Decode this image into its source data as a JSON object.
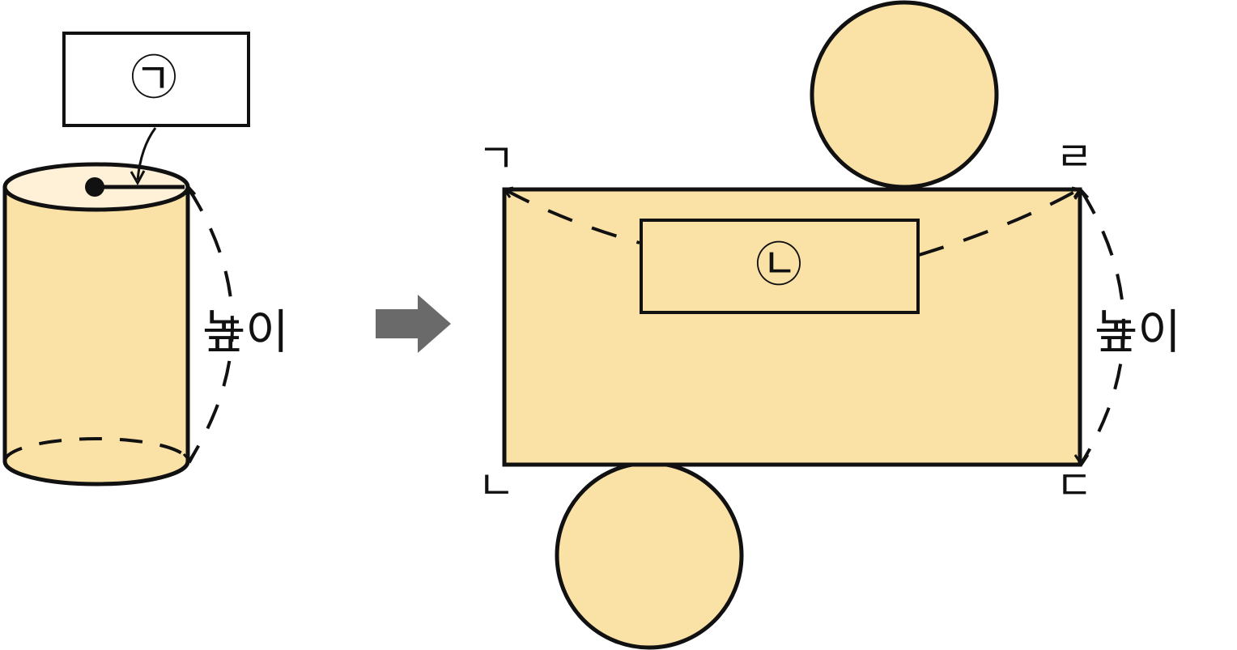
{
  "colors": {
    "fill_dark": "#FAE1A6",
    "fill_light": "#FEF1D8",
    "stroke": "#111111",
    "arrow": "#6A6A6A"
  },
  "cylinder": {
    "box_label": "㉠",
    "height_label": "높이"
  },
  "net": {
    "box_label": "㉡",
    "height_label": "높이",
    "corners": {
      "top_left": "ㄱ",
      "bottom_left": "ㄴ",
      "bottom_right": "ㄷ",
      "top_right": "ㄹ"
    }
  }
}
